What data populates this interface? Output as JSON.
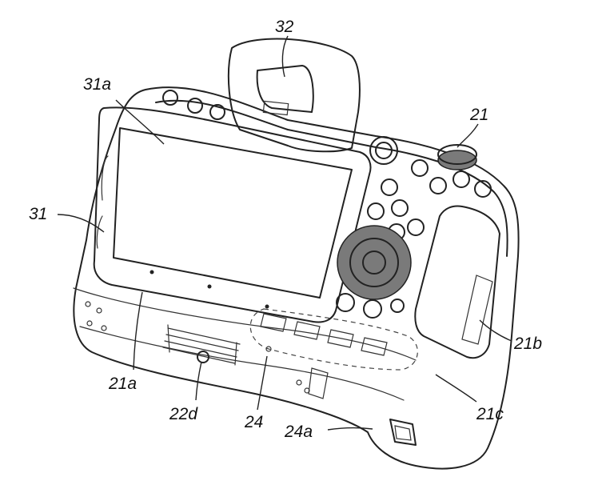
{
  "figure": {
    "labels": {
      "l32": "32",
      "l31a": "31a",
      "l21": "21",
      "l31": "31",
      "l21b": "21b",
      "l21a": "21a",
      "l22d": "22d",
      "l24": "24",
      "l24a": "24a",
      "l21c": "21c"
    }
  }
}
